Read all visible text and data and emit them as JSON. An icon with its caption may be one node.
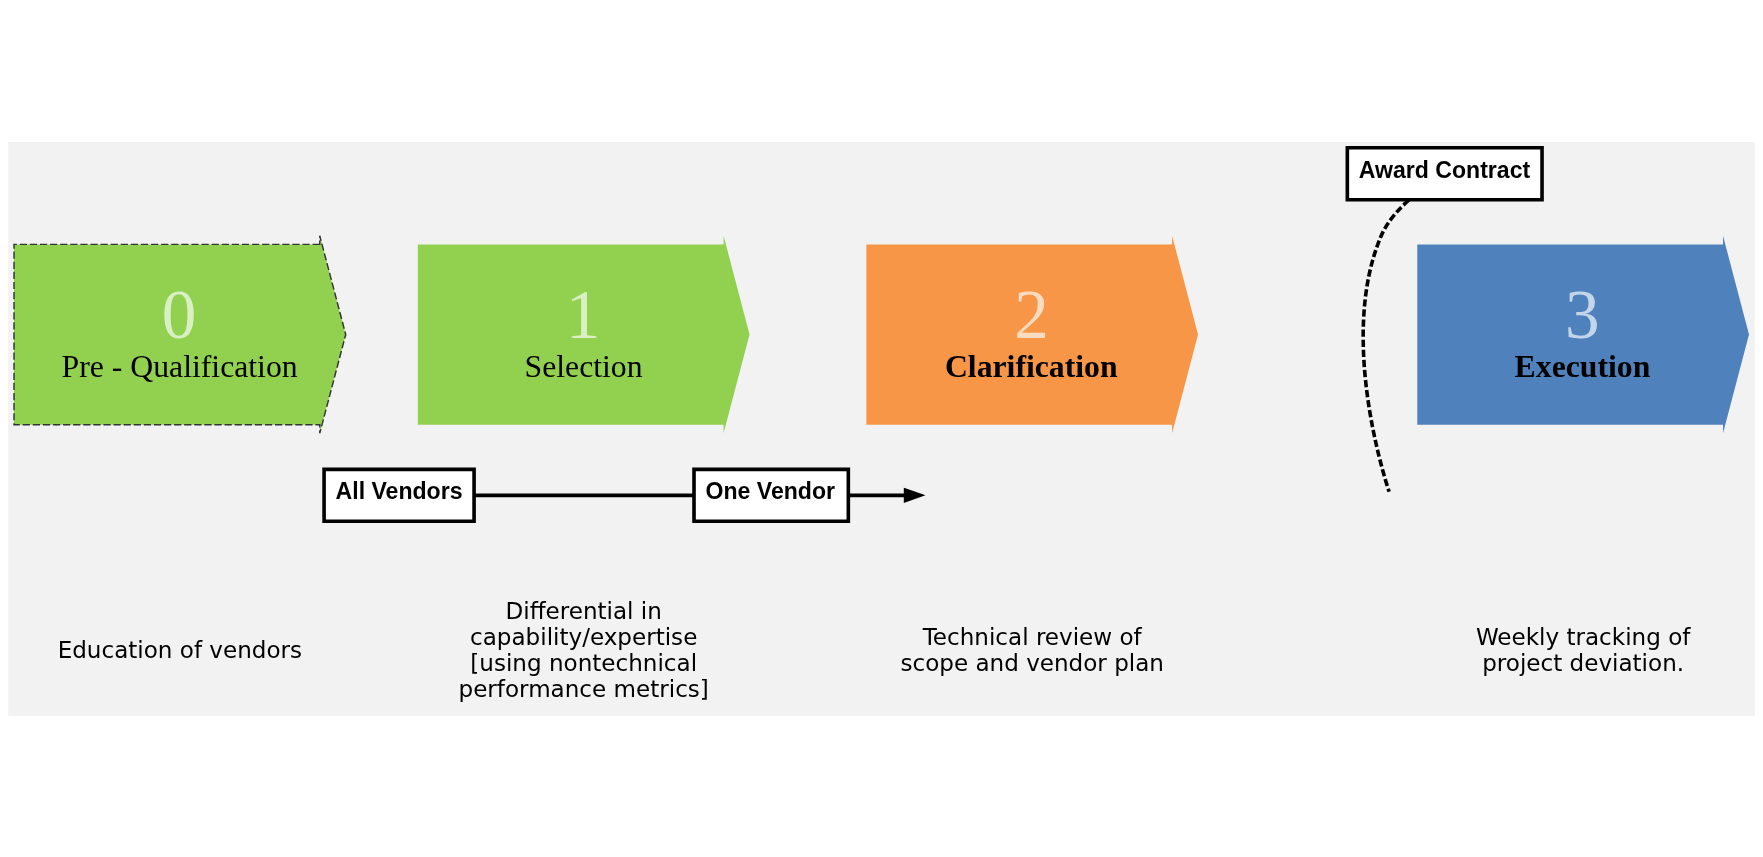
{
  "diagram": {
    "nodes": [
      {
        "text": [
          "0",
          "Pre - Qualification"
        ]
      },
      {
        "text": [
          "1",
          "Selection"
        ]
      },
      {
        "text": [
          "2",
          "Clarification"
        ]
      },
      {
        "text": [
          "3",
          "Execution"
        ]
      },
      {
        "text": [
          "All Vendors"
        ]
      },
      {
        "text": [
          "One Vendor"
        ]
      },
      {
        "text": [
          "Award Contract"
        ]
      }
    ],
    "edges": [
      {
        "from": 4,
        "to": 5,
        "arrow": "none"
      },
      {
        "from": 5,
        "to": null,
        "arrow": "to"
      },
      {
        "from": 6,
        "to": null,
        "arrow": "none",
        "style": "dashed"
      }
    ],
    "labels": [
      "Education of vendors",
      "Differential in capability/expertise [using nontechnical performance metrics]",
      "Technical review of scope and vendor plan",
      "Weekly tracking of project deviation."
    ]
  }
}
